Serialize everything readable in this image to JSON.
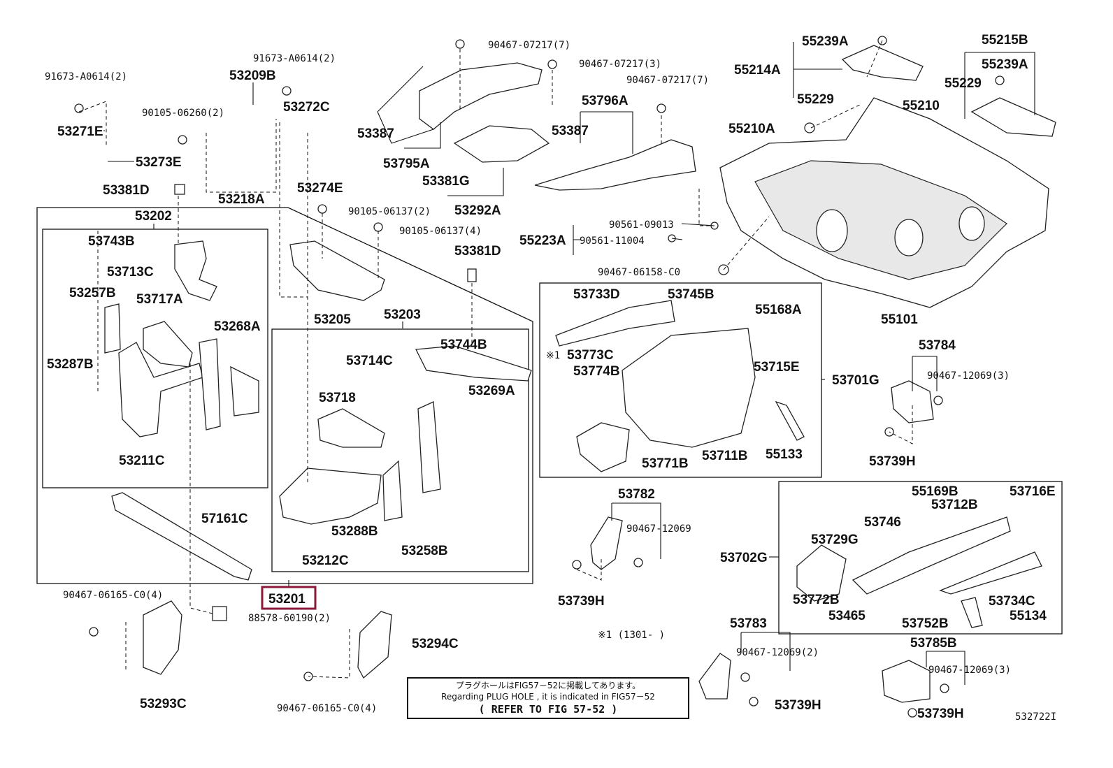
{
  "labels": [
    "91673-A0614(2)",
    "91673-A0614(2)",
    "53209B",
    "90105-06260(2)",
    "53272C",
    "53271E",
    "53273E",
    "53218A",
    "53274E",
    "53381D",
    "53202",
    "53743B",
    "53713C",
    "53257B",
    "53717A",
    "53268A",
    "53287B",
    "53211C",
    "57161C",
    "90467-06165-C0(4)",
    "88578-60190(2)",
    "53293C",
    "90467-07217(7)",
    "90467-07217(3)",
    "90467-07217(7)",
    "53387",
    "53795A",
    "53796A",
    "53387",
    "53381G",
    "53292A",
    "90105-06137(2)",
    "90105-06137(4)",
    "53381D",
    "53205",
    "53203",
    "53744B",
    "53714C",
    "53269A",
    "53718",
    "53288B",
    "53212C",
    "53258B",
    "53294C",
    "90467-06165-C0(4)",
    "55239A",
    "55214A",
    "55229",
    "55215B",
    "55239A",
    "55229",
    "55210",
    "55210A",
    "90561-09013",
    "55223A",
    "90561-11004",
    "90467-06158-C0",
    "55101",
    "53733D",
    "53745B",
    "55168A",
    "※1",
    "53773C",
    "53774B",
    "53715E",
    "53701G",
    "53771B",
    "53711B",
    "55133",
    "53784",
    "90467-12069(3)",
    "53739H",
    "53782",
    "90467-12069",
    "53739H",
    "53702G",
    "55169B",
    "53716E",
    "53712B",
    "53746",
    "53729G",
    "53772B",
    "53465",
    "53752B",
    "53734C",
    "55134",
    "53783",
    "90467-12069(2)",
    "53739H",
    "53785B",
    "90467-12069(3)",
    "53739H",
    "※1 (1301-    )"
  ],
  "highlighted_part": "53201",
  "highlight_color": "#8b1a3a",
  "note": {
    "line_jp": "プラグホールはFIG57－52に掲載してあります。",
    "line_en": "Regarding  PLUG  HOLE  , it  is  indicated  in  FIG57－52",
    "refer": "( REFER TO FIG 57-52 )"
  },
  "figure_code": "532722I"
}
